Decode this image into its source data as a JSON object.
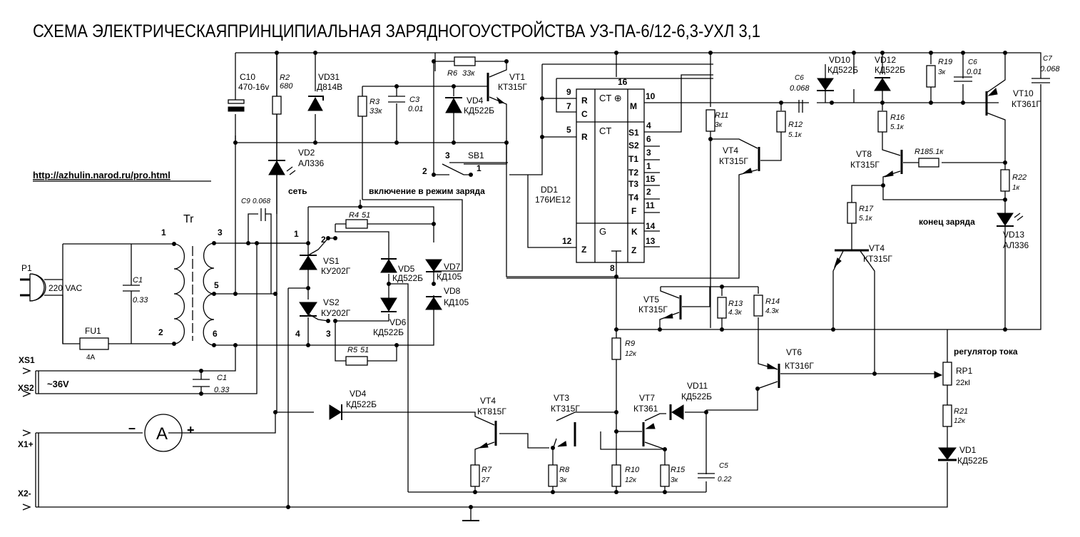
{
  "title": "СХЕМА ЭЛЕКТРИЧЕСКАЯПРИНЦИПИАЛЬНАЯ  ЗАРЯДНОГОУСТРОЙСТВА УЗ-ПА-6/12-6,3-УХЛ 3,1",
  "url": "http://azhulin.narod.ru/pro.html",
  "notes": {
    "mains": "сеть",
    "charge_mode": "включение в режим заряда",
    "end_of_charge": "конец заряда",
    "current_regulator": "регулятор тока",
    "ac_out": "~36V"
  },
  "connectors": {
    "p1": "P1",
    "p1_value": "220 VAC",
    "xs1": "XS1",
    "xs2": "XS2",
    "x1": "X1+",
    "x2": "X2-"
  },
  "ammeter": {
    "symbol": "A",
    "minus": "–",
    "plus": "+"
  },
  "transformer": {
    "name": "Tr",
    "pins": [
      "1",
      "2",
      "3",
      "5",
      "6"
    ]
  },
  "fuse": {
    "name": "FU1",
    "value": "4A"
  },
  "ic": {
    "name": "DD1",
    "part": "176ИЕ12",
    "left_pins": [
      {
        "num": "9",
        "label": "R"
      },
      {
        "num": "7",
        "label": "C"
      },
      {
        "num": "5",
        "label": "R"
      },
      {
        "num": "12",
        "label": "Z"
      }
    ],
    "center": [
      "CT ⊕",
      "CT",
      "G",
      "⊥"
    ],
    "right_pins": [
      {
        "num": "10",
        "label": "M"
      },
      {
        "num": "4",
        "label": "S1"
      },
      {
        "num": "6",
        "label": "S2"
      },
      {
        "num": "3",
        "label": "T1"
      },
      {
        "num": "1",
        "label": "T2"
      },
      {
        "num": "15",
        "label": "T3"
      },
      {
        "num": "2",
        "label": "T4"
      },
      {
        "num": "11",
        "label": "F"
      },
      {
        "num": "14",
        "label": "K"
      },
      {
        "num": "13",
        "label": "Z"
      }
    ],
    "top_pin": "16",
    "bottom_pin": "8"
  },
  "switch": {
    "name": "SB1",
    "pins": [
      "3",
      "2",
      "1"
    ]
  },
  "bridge_pins": [
    "1",
    "2",
    "3",
    "4"
  ],
  "resistors": {
    "R2": {
      "name": "R2",
      "value": "680"
    },
    "R3": {
      "name": "R3",
      "value": "33к"
    },
    "R4": {
      "name": "R4",
      "value": "51"
    },
    "R5": {
      "name": "R5",
      "value": "51"
    },
    "R6": {
      "name": "R6",
      "value": "33к"
    },
    "R7": {
      "name": "R7",
      "value": "27"
    },
    "R8": {
      "name": "R8",
      "value": "3к"
    },
    "R9": {
      "name": "R9",
      "value": "12к"
    },
    "R10": {
      "name": "R10",
      "value": "12к"
    },
    "R11": {
      "name": "R11",
      "value": "3к"
    },
    "R12": {
      "name": "R12",
      "value": "5.1к"
    },
    "R13": {
      "name": "R13",
      "value": "4.3к"
    },
    "R14": {
      "name": "R14",
      "value": "4.3к"
    },
    "R15": {
      "name": "R15",
      "value": "3к"
    },
    "R16": {
      "name": "R16",
      "value": "5.1к"
    },
    "R17": {
      "name": "R17",
      "value": "5.1к"
    },
    "R18": {
      "name": "R18",
      "value": "5.1к"
    },
    "R19": {
      "name": "R19",
      "value": "3к"
    },
    "R21": {
      "name": "R21",
      "value": "12к"
    },
    "R22": {
      "name": "R22",
      "value": "1к"
    },
    "RP1": {
      "name": "RP1",
      "value": "22кІ"
    }
  },
  "capacitors": {
    "C1a": {
      "name": "C1",
      "value": "0.33"
    },
    "C1b": {
      "name": "C1",
      "value": "0.33"
    },
    "C3": {
      "name": "C3",
      "value": "0.01"
    },
    "C5": {
      "name": "C5",
      "value": "0.22"
    },
    "C6a": {
      "name": "C6",
      "value": "0.068"
    },
    "C6b": {
      "name": "C6",
      "value": "0.01"
    },
    "C7": {
      "name": "C7",
      "value": "0.068"
    },
    "C9": {
      "name": "C9",
      "value": "0.068"
    },
    "C10": {
      "name": "C10",
      "value": "470-16v"
    }
  },
  "diodes": {
    "VD1": {
      "name": "VD1",
      "part": "КД522Б"
    },
    "VD2": {
      "name": "VD2",
      "part": "АЛ336"
    },
    "VD4a": {
      "name": "VD4",
      "part": "КД522Б"
    },
    "VD4b": {
      "name": "VD4",
      "part": "КД522Б"
    },
    "VD5": {
      "name": "VD5",
      "part": "КД522Б"
    },
    "VD6": {
      "name": "VD6",
      "part": "КД522Б"
    },
    "VD7": {
      "name": "VD7",
      "part": "КД105"
    },
    "VD8": {
      "name": "VD8",
      "part": "КД105"
    },
    "VD10": {
      "name": "VD10",
      "part": "КД522Б"
    },
    "VD11": {
      "name": "VD11",
      "part": "КД522Б"
    },
    "VD12": {
      "name": "VD12",
      "part": "КД522Б"
    },
    "VD13": {
      "name": "VD13",
      "part": "АЛ336"
    },
    "VD31": {
      "name": "VD31",
      "part": "Д814В"
    }
  },
  "thyristors": {
    "VS1": {
      "name": "VS1",
      "part": "КУ202Г"
    },
    "VS2": {
      "name": "VS2",
      "part": "КУ202Г"
    }
  },
  "transistors": {
    "VT1": {
      "name": "VT1",
      "part": "КТ315Г"
    },
    "VT3": {
      "name": "VT3",
      "part": "КТ315Г"
    },
    "VT4a": {
      "name": "VT4",
      "part": "КТ315Г"
    },
    "VT4b": {
      "name": "VT4",
      "part": "КТ315Г"
    },
    "VT4c": {
      "name": "VT4",
      "part": "КТ815Г"
    },
    "VT5": {
      "name": "VT5",
      "part": "КТ315Г"
    },
    "VT6": {
      "name": "VT6",
      "part": "КТ316Г"
    },
    "VT7": {
      "name": "VT7",
      "part": "КТ361"
    },
    "VT8": {
      "name": "VT8",
      "part": "КТ315Г"
    },
    "VT10": {
      "name": "VT10",
      "part": "КТ361Г"
    }
  }
}
